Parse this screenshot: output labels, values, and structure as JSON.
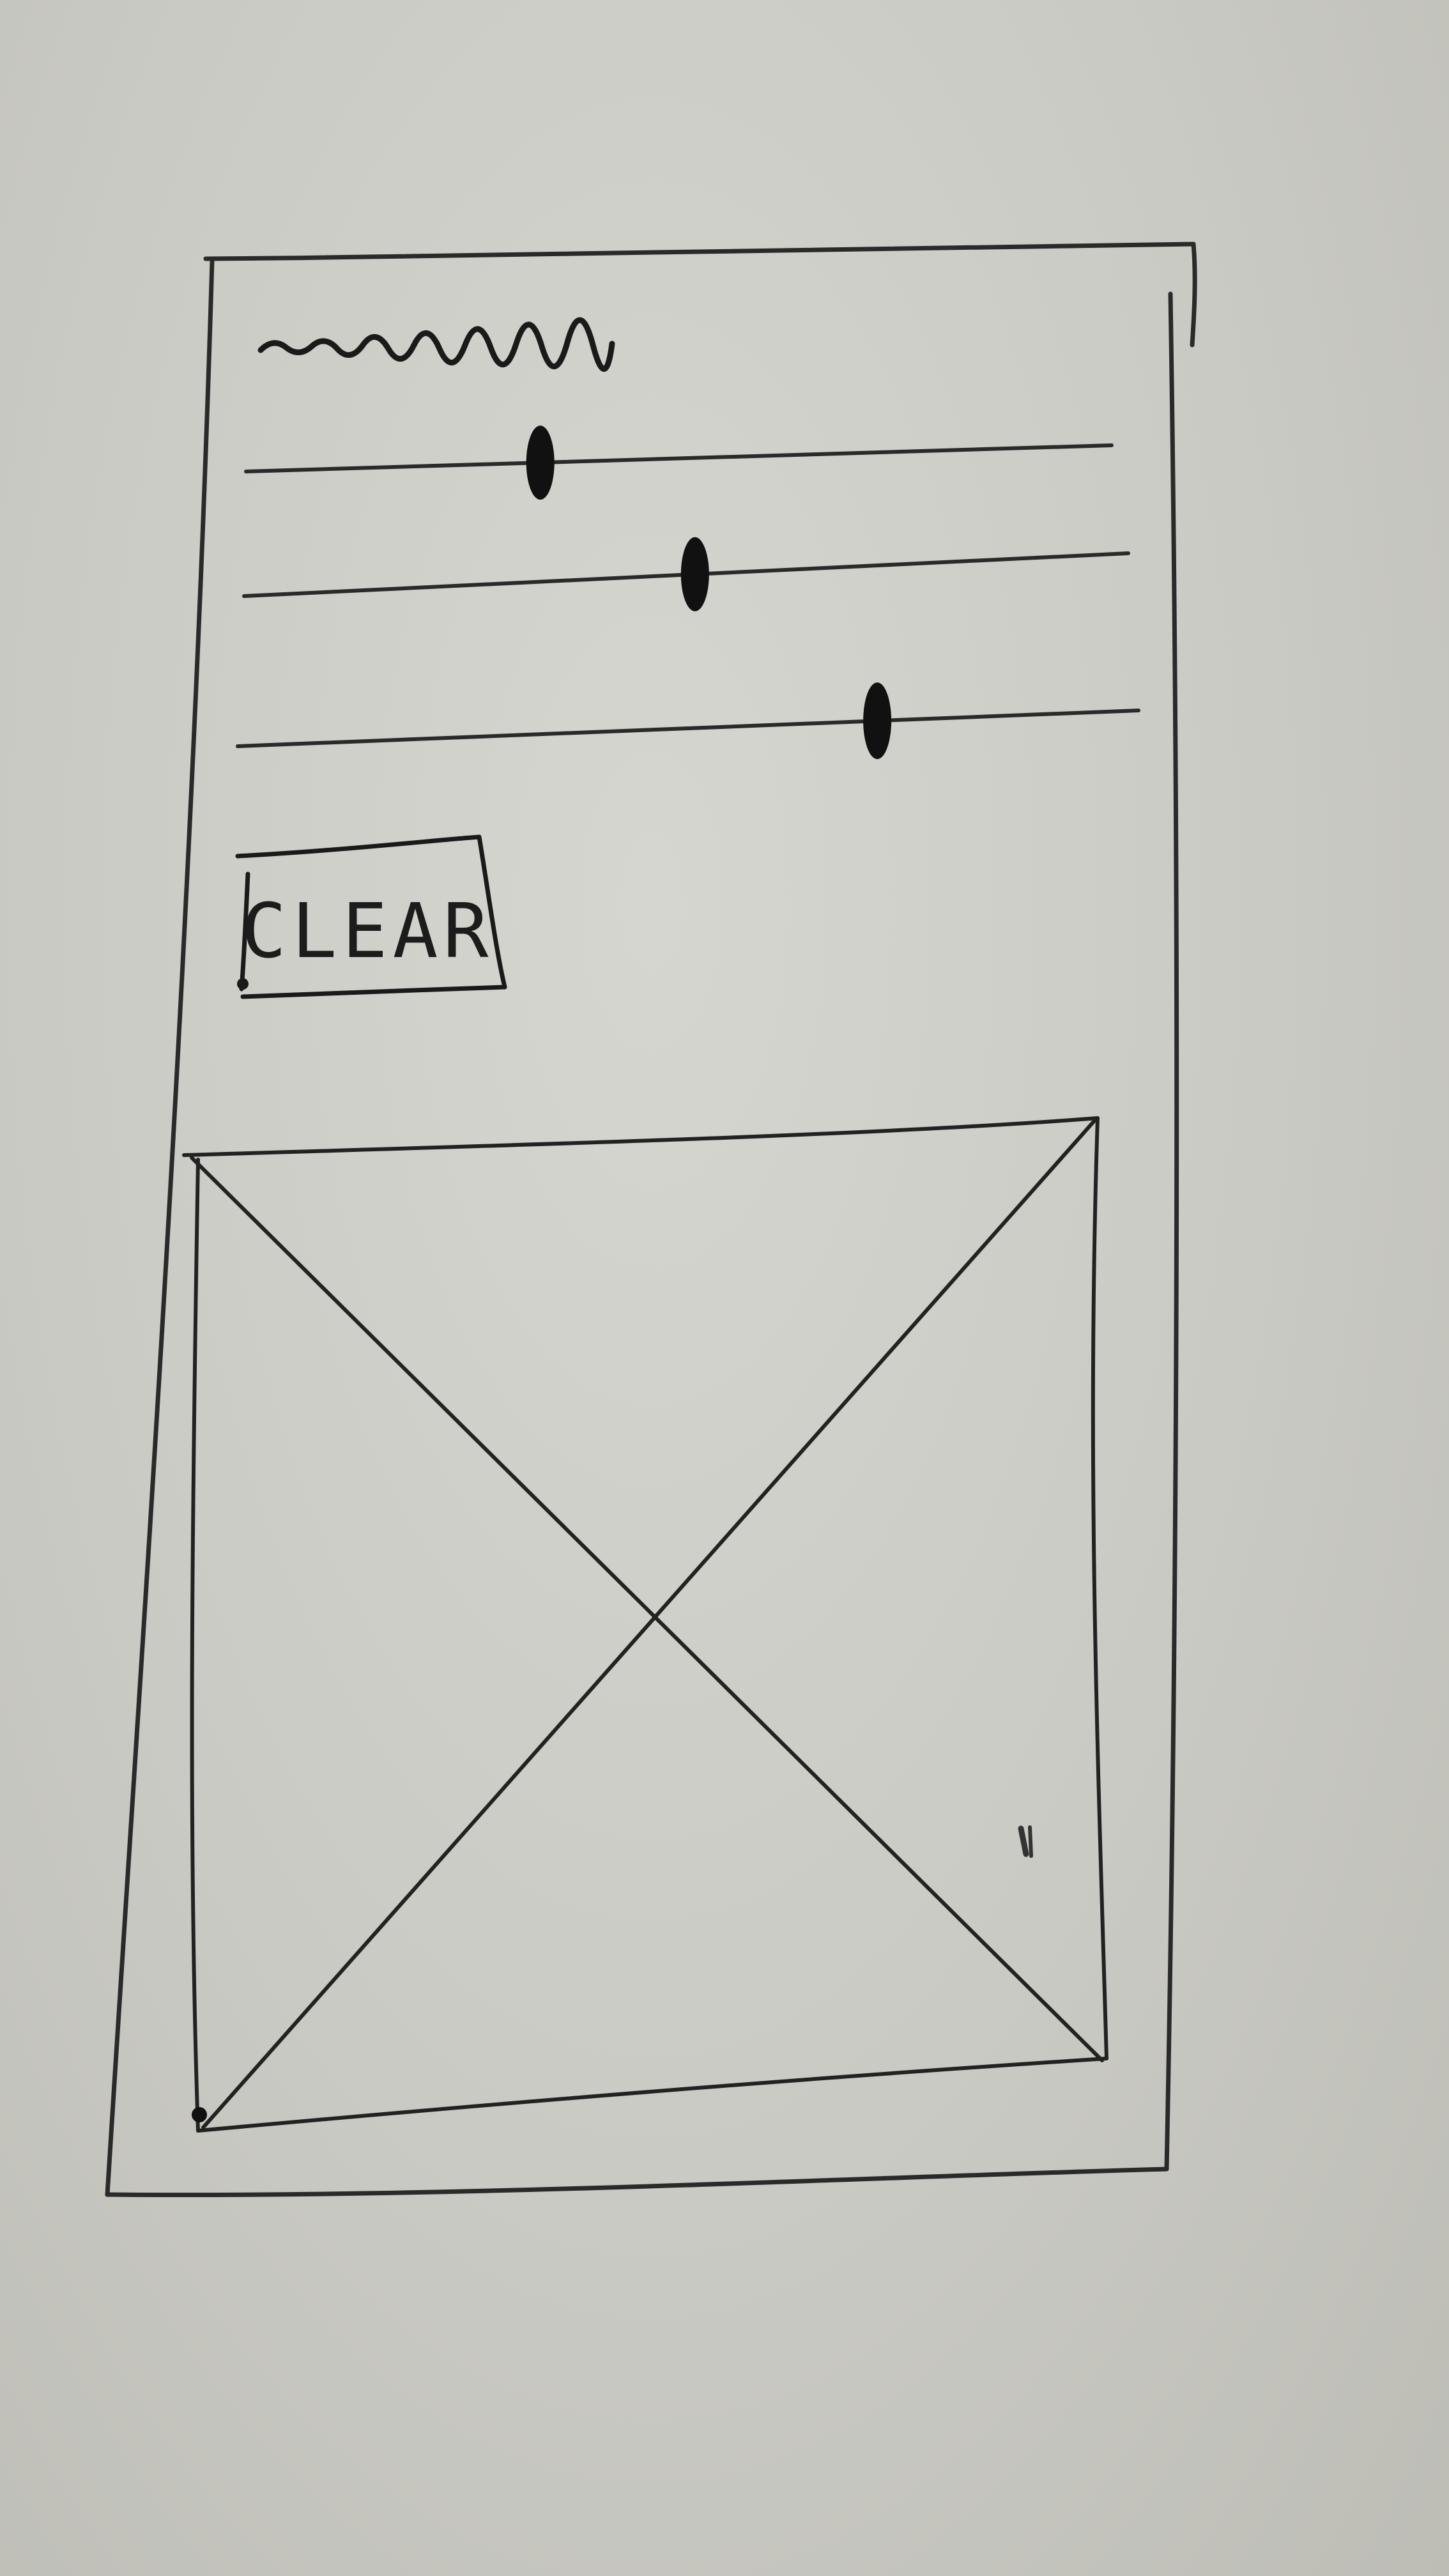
{
  "screen": {
    "title_placeholder": "~~~~~~~~",
    "sliders": [
      {
        "id": "slider-1",
        "value": 0.34
      },
      {
        "id": "slider-2",
        "value": 0.51
      },
      {
        "id": "slider-3",
        "value": 0.71
      }
    ],
    "clear_button": {
      "label": "CLEAR"
    },
    "image_placeholder": {
      "kind": "image-placeholder"
    }
  },
  "colors": {
    "paper": "#d0d0ca",
    "ink": "#1c1c1c"
  }
}
